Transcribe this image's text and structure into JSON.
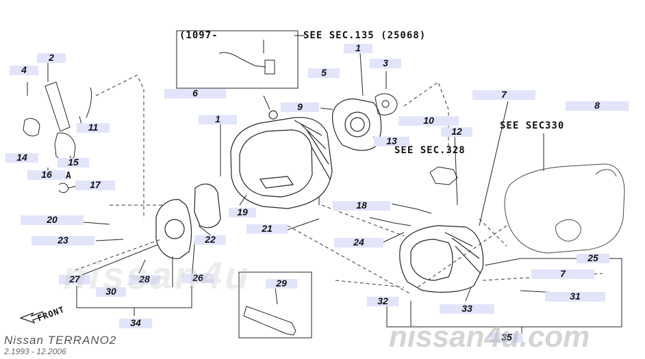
{
  "diagram": {
    "refs": {
      "sec135": "(1097-",
      "sec135_see": "SEE SEC.135 (25068)",
      "sec330": "SEE SEC330",
      "sec328": "SEE SEC.328"
    },
    "front_label": "FRONT",
    "a_mark": "A",
    "parts": [
      {
        "id": "p1a",
        "label": "1"
      },
      {
        "id": "p2",
        "label": "2"
      },
      {
        "id": "p3",
        "label": "3"
      },
      {
        "id": "p4",
        "label": "4"
      },
      {
        "id": "p5",
        "label": "5"
      },
      {
        "id": "p6",
        "label": "6"
      },
      {
        "id": "p7a",
        "label": "7"
      },
      {
        "id": "p8",
        "label": "8"
      },
      {
        "id": "p9",
        "label": "9"
      },
      {
        "id": "p10",
        "label": "10"
      },
      {
        "id": "p11",
        "label": "11"
      },
      {
        "id": "p12",
        "label": "12"
      },
      {
        "id": "p13",
        "label": "13"
      },
      {
        "id": "p14",
        "label": "14"
      },
      {
        "id": "p15",
        "label": "15"
      },
      {
        "id": "p16",
        "label": "16"
      },
      {
        "id": "p17",
        "label": "17"
      },
      {
        "id": "p1b",
        "label": "1"
      },
      {
        "id": "p18",
        "label": "18"
      },
      {
        "id": "p19",
        "label": "19"
      },
      {
        "id": "p20",
        "label": "20"
      },
      {
        "id": "p21",
        "label": "21"
      },
      {
        "id": "p22",
        "label": "22"
      },
      {
        "id": "p23",
        "label": "23"
      },
      {
        "id": "p24",
        "label": "24"
      },
      {
        "id": "p25",
        "label": "25"
      },
      {
        "id": "p26",
        "label": "26"
      },
      {
        "id": "p27",
        "label": "27"
      },
      {
        "id": "p28",
        "label": "28"
      },
      {
        "id": "p29",
        "label": "29"
      },
      {
        "id": "p30",
        "label": "30"
      },
      {
        "id": "p7b",
        "label": "7"
      },
      {
        "id": "p31",
        "label": "31"
      },
      {
        "id": "p32",
        "label": "32"
      },
      {
        "id": "p33",
        "label": "33"
      },
      {
        "id": "p34",
        "label": "34"
      },
      {
        "id": "p35",
        "label": "35"
      }
    ],
    "brand_title": "Nissan TERRANO2",
    "brand_years": "2.1993 - 12.2006",
    "watermark_main": "nissan4u.com",
    "watermark_center": "nissan4u"
  }
}
